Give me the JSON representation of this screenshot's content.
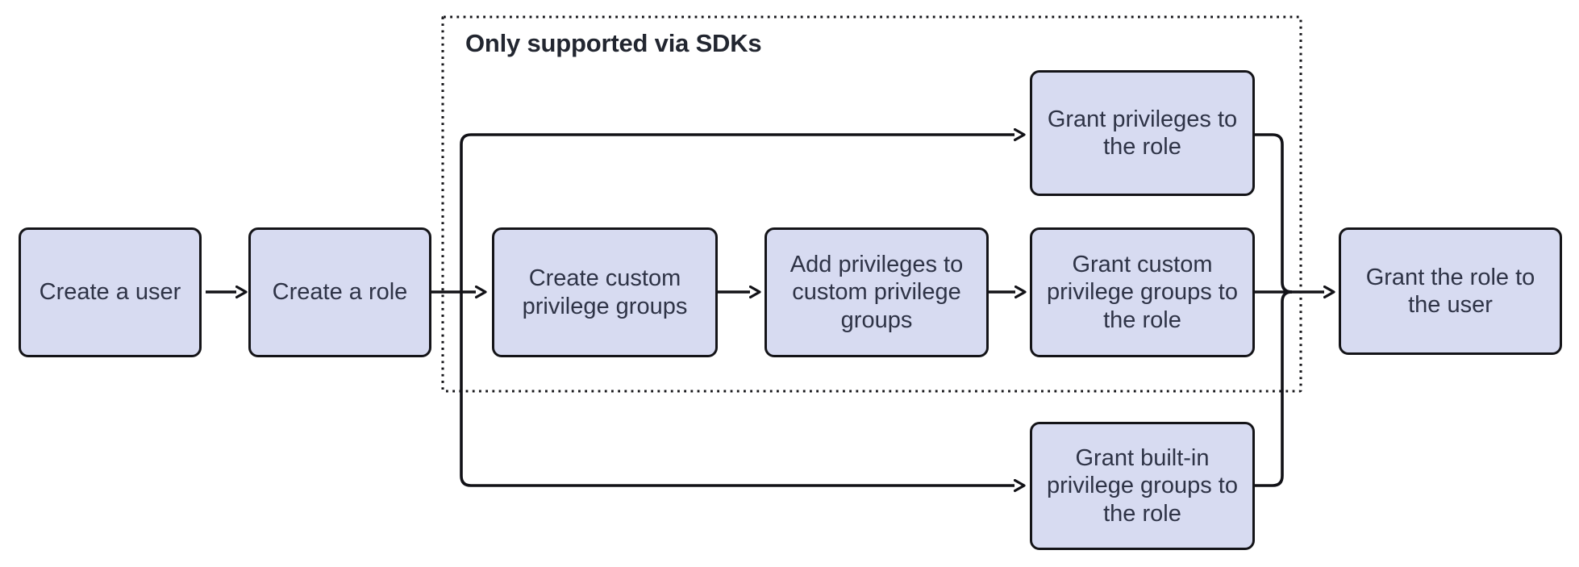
{
  "diagram": {
    "type": "flowchart",
    "region": {
      "label": "Only supported via SDKs",
      "contains": [
        "Create custom privilege groups",
        "Add privileges to custom privilege groups",
        "Grant custom privilege groups to the role",
        "Grant privileges to the role"
      ]
    },
    "nodes": [
      {
        "id": "create-user",
        "label": "Create a user"
      },
      {
        "id": "create-role",
        "label": "Create a role"
      },
      {
        "id": "create-custom-privilege-groups",
        "label": "Create custom privilege groups"
      },
      {
        "id": "add-privileges-to-custom-privilege-groups",
        "label": "Add privileges to custom privilege groups"
      },
      {
        "id": "grant-custom-privilege-groups-to-role",
        "label": "Grant custom privilege groups to the role"
      },
      {
        "id": "grant-privileges-to-role",
        "label": "Grant privileges to the role"
      },
      {
        "id": "grant-built-in-privilege-groups-to-role",
        "label": "Grant built-in privilege groups to the role"
      },
      {
        "id": "grant-role-to-user",
        "label": "Grant the role to the user"
      }
    ],
    "edges": [
      {
        "from": "Create a user",
        "to": "Create a role"
      },
      {
        "from": "Create a role",
        "to": "Create custom privilege groups"
      },
      {
        "from": "Create a role",
        "to": "Grant privileges to the role"
      },
      {
        "from": "Create a role",
        "to": "Grant built-in privilege groups to the role"
      },
      {
        "from": "Create custom privilege groups",
        "to": "Add privileges to custom privilege groups"
      },
      {
        "from": "Add privileges to custom privilege groups",
        "to": "Grant custom privilege groups to the role"
      },
      {
        "from": "Grant custom privilege groups to the role",
        "to": "Grant the role to the user"
      },
      {
        "from": "Grant privileges to the role",
        "to": "Grant the role to the user"
      },
      {
        "from": "Grant built-in privilege groups to the role",
        "to": "Grant the role to the user"
      }
    ]
  },
  "colors": {
    "canvas_bg": "#ffffff",
    "node_fill": "#d7dbf1",
    "node_border": "#141418",
    "node_text": "#2e3346",
    "connector": "#121217",
    "region_border": "#141418",
    "region_label_color": "#222630"
  }
}
